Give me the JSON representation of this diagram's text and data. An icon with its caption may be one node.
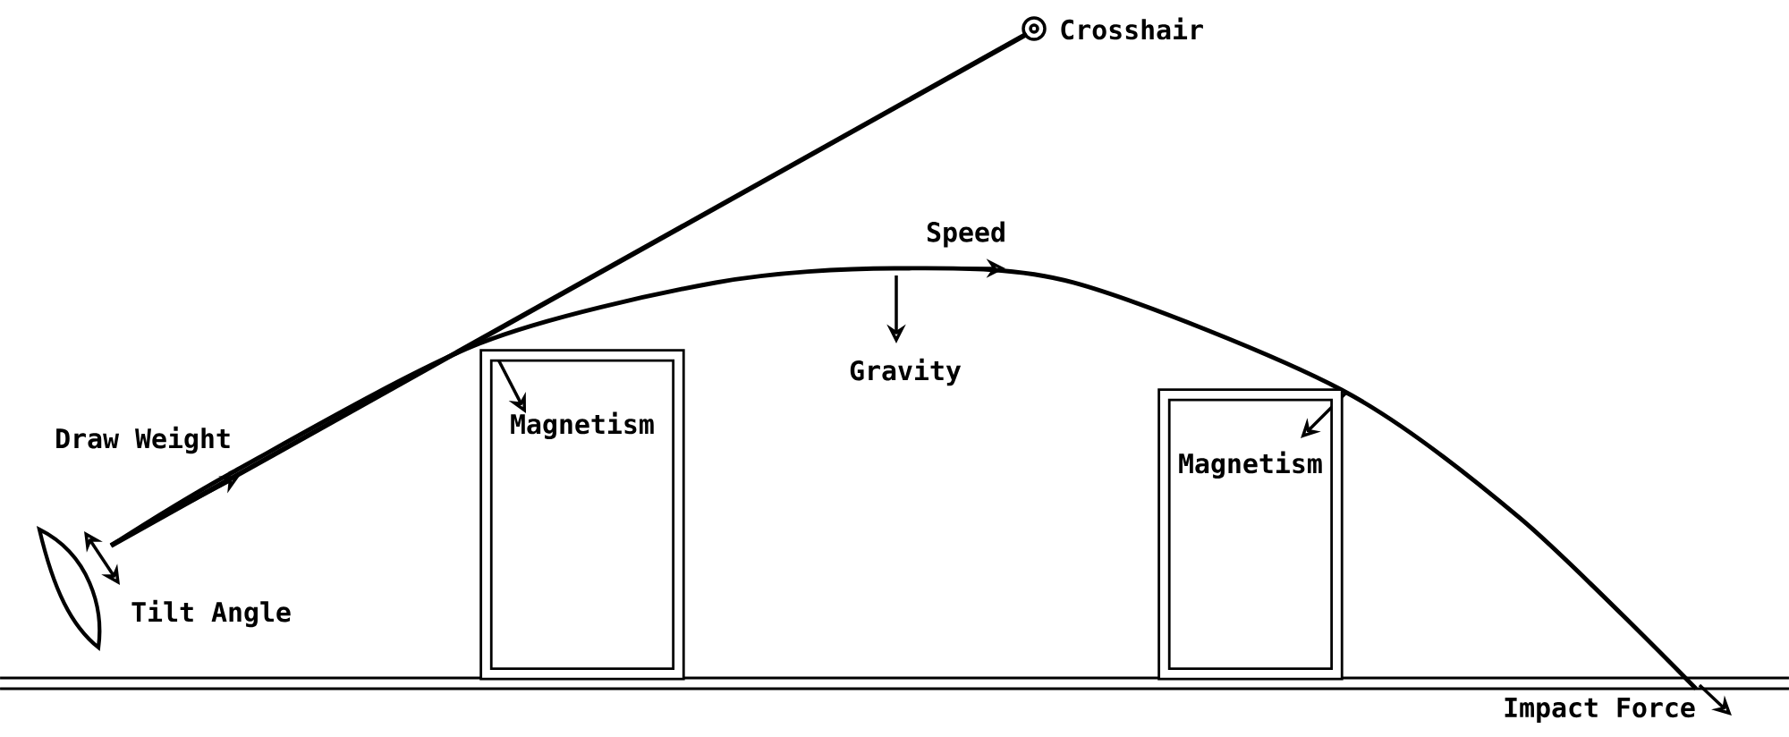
{
  "diagram": {
    "nodes": [
      {
        "text": [
          "Magnetism"
        ]
      },
      {
        "text": [
          "Magnetism"
        ]
      }
    ],
    "labels": [
      "Crosshair",
      "Speed",
      "Gravity",
      "Draw Weight",
      "Tilt Angle",
      "Impact Force"
    ]
  }
}
